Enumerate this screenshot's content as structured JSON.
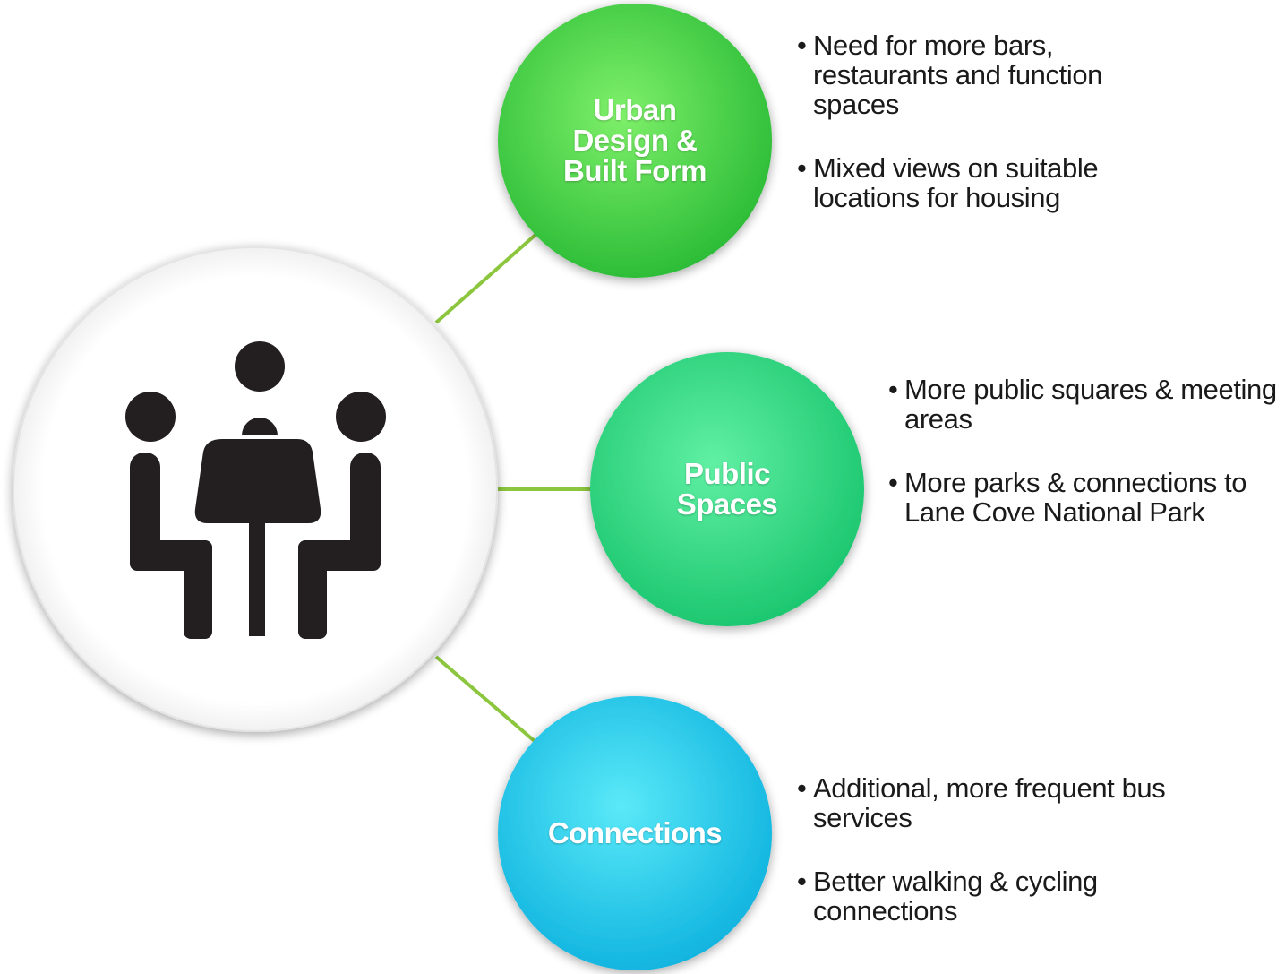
{
  "center": {
    "icon": "meeting-table-icon"
  },
  "topics": [
    {
      "label": "Urban\nDesign &\nBuilt Form",
      "color_light": "#6fe85a",
      "color_dark": "#2ec23a",
      "bullets": [
        "Need for more bars, restaurants and function spaces",
        "Mixed views on suitable locations for housing"
      ]
    },
    {
      "label": "Public\nSpaces",
      "color_light": "#55ec9a",
      "color_dark": "#1fcf73",
      "bullets": [
        "More public squares & meeting areas",
        "More parks & connections to Lane Cove National Park"
      ]
    },
    {
      "label": "Connections",
      "color_light": "#4fe3f5",
      "color_dark": "#10b9e2",
      "bullets": [
        "Additional, more frequent bus services",
        "Better walking & cycling connections"
      ]
    }
  ],
  "connector_color": "#8cc63f"
}
